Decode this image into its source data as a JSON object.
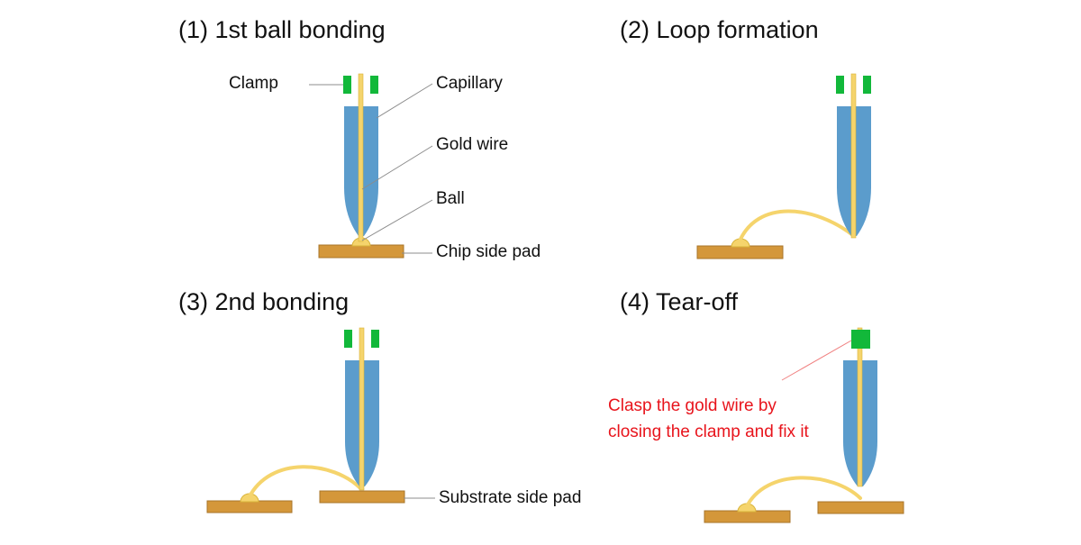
{
  "titles": {
    "step1": "(1) 1st ball bonding",
    "step2": "(2) Loop formation",
    "step3": "(3) 2nd bonding",
    "step4": "(4) Tear-off"
  },
  "labels": {
    "clamp": "Clamp",
    "capillary": "Capillary",
    "gold_wire": "Gold wire",
    "ball": "Ball",
    "chip_pad": "Chip side pad",
    "substrate_pad": "Substrate side pad"
  },
  "note": {
    "line1": "Clasp the gold wire by",
    "line2": "closing the clamp and fix it"
  },
  "colors": {
    "clamp": "#12b83a",
    "capillary": "#5b9ccc",
    "wire": "#f5d46c",
    "wire_edge": "#d9b43a",
    "pad": "#d4973a",
    "pad_edge": "#a8742a",
    "leader": "#8c8c8c",
    "note_leader": "#f08080"
  }
}
